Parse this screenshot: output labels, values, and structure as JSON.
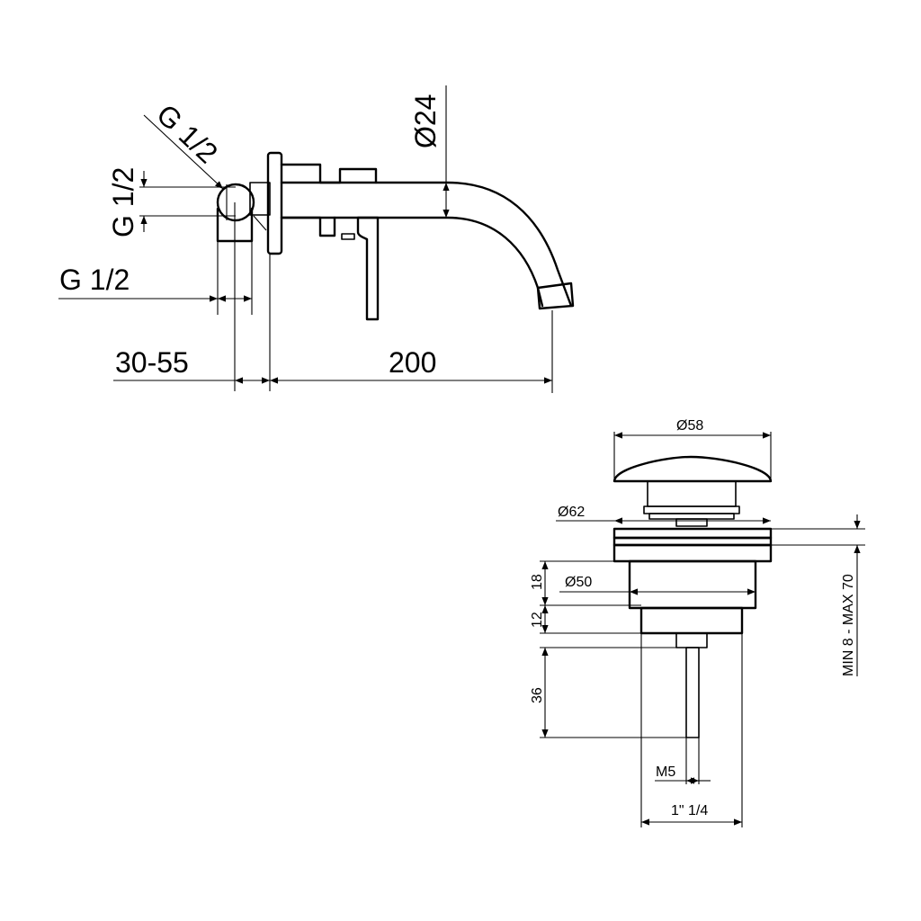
{
  "top_view": {
    "dim_g_diag": "G 1/2",
    "dim_g_vert": "G 1/2",
    "dim_g_horiz": "G 1/2",
    "dim_spout_diameter": "Ø24",
    "dim_wall_depth": "30-55",
    "dim_spout_length": "200"
  },
  "bottom_view": {
    "dim_cap_diameter": "Ø58",
    "dim_flange_diameter": "Ø62",
    "dim_body_diameter": "Ø50",
    "dim_height_18": "18",
    "dim_height_12": "12",
    "dim_height_36": "36",
    "dim_thread_m5": "M5",
    "dim_thread_pipe": "1\" 1/4",
    "dim_range": "MIN 8 - MAX 70"
  }
}
